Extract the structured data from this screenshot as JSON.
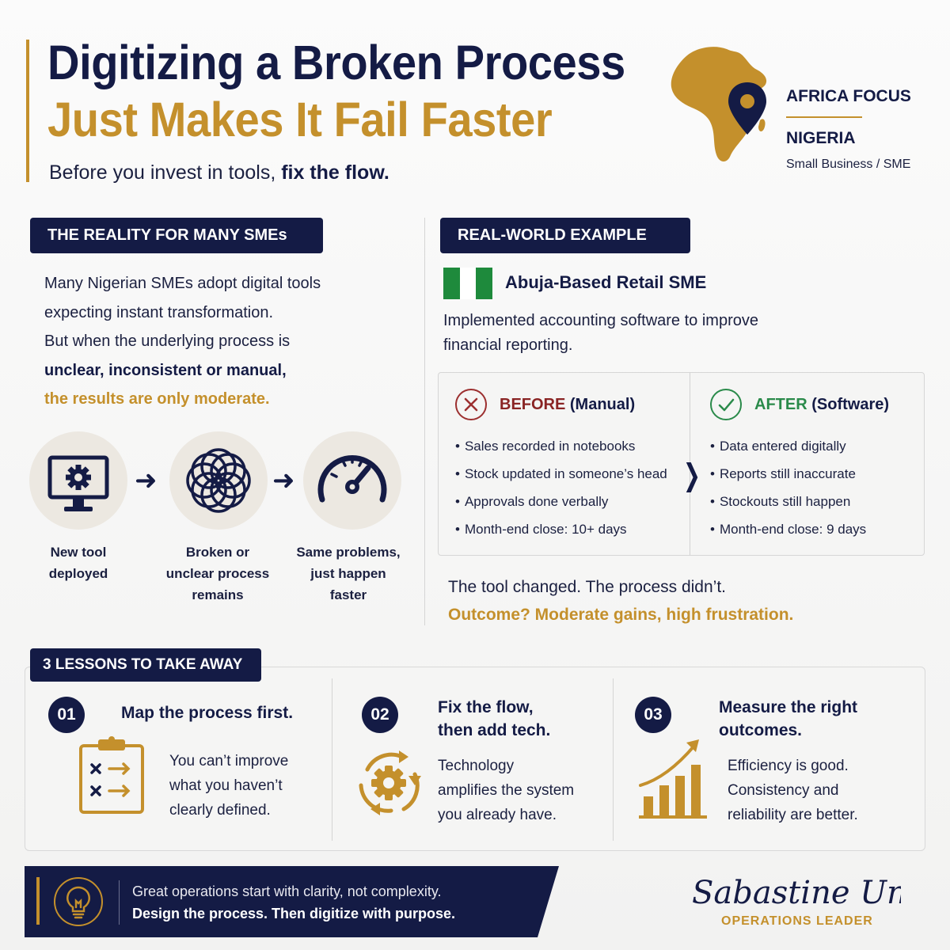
{
  "header": {
    "title_line1": "Digitizing a Broken Process",
    "title_line2": "Just Makes It Fail Faster",
    "subtitle_prefix": "Before you invest in tools, ",
    "subtitle_bold": "fix the flow.",
    "focus_label": "AFRICA FOCUS",
    "country": "NIGERIA",
    "segment": "Small Business / SME"
  },
  "reality": {
    "heading": "THE REALITY FOR MANY SMEs",
    "line1": "Many Nigerian SMEs adopt digital tools",
    "line2": "expecting instant transformation.",
    "line3": "But when the underlying process is",
    "line4_bold": "unclear, inconsistent or manual,",
    "line5_gold": "the results are only moderate.",
    "steps": [
      {
        "icon": "monitor-gear-icon",
        "caption": "New tool\ndeployed"
      },
      {
        "icon": "tangled-circles-icon",
        "caption": "Broken or\nunclear process\nremains"
      },
      {
        "icon": "speedometer-icon",
        "caption": "Same problems,\njust happen\nfaster"
      }
    ]
  },
  "example": {
    "heading": "REAL-WORLD EXAMPLE",
    "name": "Abuja-Based Retail SME",
    "description": "Implemented accounting software to improve financial reporting.",
    "before": {
      "title": "BEFORE",
      "subtitle": " (Manual)",
      "items": [
        "Sales recorded in notebooks",
        "Stock updated in someone’s head",
        "Approvals done verbally",
        "Month-end close: 10+ days"
      ]
    },
    "after": {
      "title": "AFTER",
      "subtitle": " (Software)",
      "items": [
        "Data entered digitally",
        "Reports still inaccurate",
        "Stockouts still happen",
        "Month-end close: 9 days"
      ]
    },
    "tool_line": "The tool changed. The process didn’t.",
    "outcome": "Outcome? Moderate gains, high frustration."
  },
  "lessons": {
    "heading": "3 LESSONS TO TAKE AWAY",
    "items": [
      {
        "num": "01",
        "title": "Map the process first.",
        "text": "You can’t improve\nwhat you haven’t\nclearly defined.",
        "icon": "clipboard-checklist-icon"
      },
      {
        "num": "02",
        "title": "Fix the flow,\nthen add tech.",
        "text": "Technology\namplifies the system\nyou already have.",
        "icon": "gear-cycle-icon"
      },
      {
        "num": "03",
        "title": "Measure the right\noutcomes.",
        "text": "Efficiency is good.\nConsistency and\nreliability are better.",
        "icon": "growth-chart-icon"
      }
    ]
  },
  "footer": {
    "line1": "Great operations start with clarity, not complexity.",
    "line2": "Design the process. Then digitize with purpose.",
    "signature": "Sabastine Undie",
    "role": "OPERATIONS LEADER"
  },
  "colors": {
    "navy": "#141b45",
    "gold": "#c4902c",
    "red": "#8a2424",
    "green": "#2a8a4a",
    "flag_green": "#1e8a3c"
  }
}
